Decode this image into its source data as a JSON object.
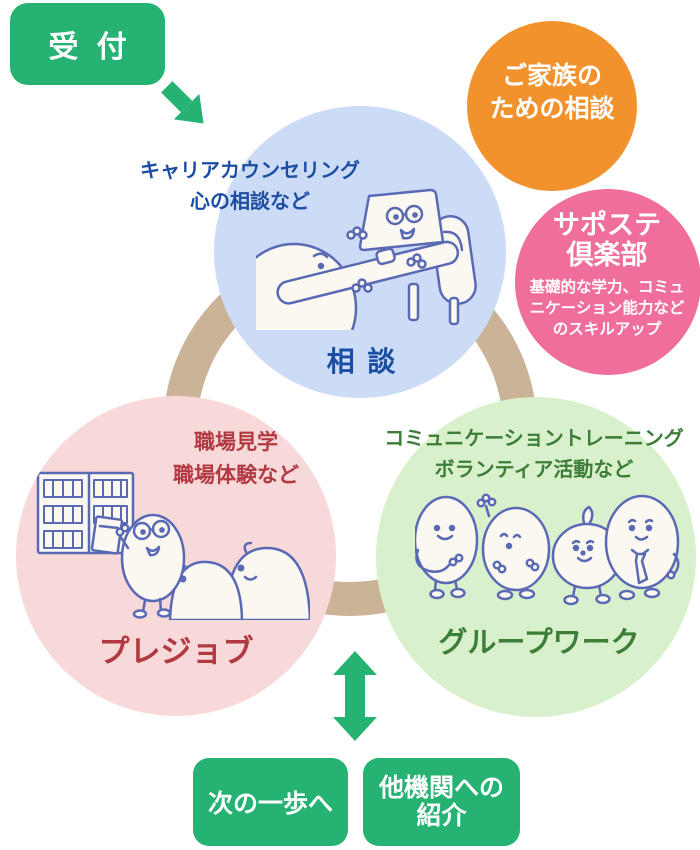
{
  "reception": {
    "label": "受 付"
  },
  "nodes": {
    "consultation": {
      "note_line1": "キャリアカウンセリング",
      "note_line2": "心の相談など",
      "title": "相 談"
    },
    "family_support": {
      "line1": "ご家族の",
      "line2": "ための相談"
    },
    "saposute_club": {
      "title_line1": "サポステ",
      "title_line2": "倶楽部",
      "desc_line1": "基礎的な学力、コミュ",
      "desc_line2": "ニケーション能力など",
      "desc_line3": "のスキルアップ"
    },
    "prejob": {
      "note_line1": "職場見学",
      "note_line2": "職場体験など",
      "title": "プレジョブ"
    },
    "groupwork": {
      "note_line1": "コミュニケーショントレーニング",
      "note_line2": "ボランティア活動など",
      "title": "グループワーク"
    }
  },
  "outcomes": {
    "next_step": "次の一歩へ",
    "referral_line1": "他機関への",
    "referral_line2": "紹介"
  },
  "icons": {
    "reception_flow_arrow": "down-right-arrow",
    "exchange_arrow": "double-vertical-arrow"
  },
  "colors": {
    "accent_green": "#26b272",
    "consultation_fill": "#cddcf6",
    "consultation_text": "#1b4da3",
    "family_fill": "#f2922c",
    "saposute_fill": "#f06e9b",
    "prejob_fill": "#f8d9d9",
    "prejob_text": "#b03942",
    "groupwork_fill": "#d9f0cc",
    "groupwork_text": "#3c7d37",
    "ring": "#cbb398",
    "illustration_line": "#5a69b4",
    "label_text": "#ffffff"
  }
}
